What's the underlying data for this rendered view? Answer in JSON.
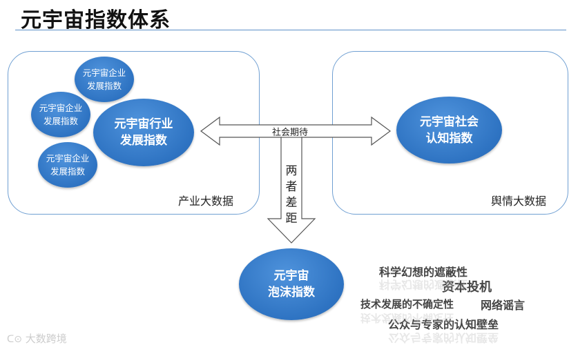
{
  "title": "元宇宙指数体系",
  "left_panel": {
    "label": "产业大数据",
    "small_nodes": [
      {
        "line1": "元宇宙企业",
        "line2": "发展指数"
      },
      {
        "line1": "元宇宙企业",
        "line2": "发展指数"
      },
      {
        "line1": "元宇宙企业",
        "line2": "发展指数"
      }
    ],
    "main_node": {
      "line1": "元宇宙行业",
      "line2": "发展指数"
    }
  },
  "right_panel": {
    "label": "舆情大数据",
    "main_node": {
      "line1": "元宇宙社会",
      "line2": "认知指数"
    }
  },
  "connector": {
    "label": "社会期待"
  },
  "down_arrow": {
    "chars": [
      "两",
      "者",
      "差",
      "距"
    ]
  },
  "bottom_node": {
    "line1": "元宇宙",
    "line2": "泡沫指数"
  },
  "keywords": {
    "k1": "科学幻想的遮蔽性",
    "k2": "资本投机",
    "k3": "技术发展的不确定性",
    "k4": "网络谣言",
    "k5": "公众与专家的认知壁垒"
  },
  "watermark": "大数跨境",
  "colors": {
    "node_fill": "#2e73c2",
    "panel_border": "#6f9fd2",
    "title_rule": "#5b8fc7"
  }
}
